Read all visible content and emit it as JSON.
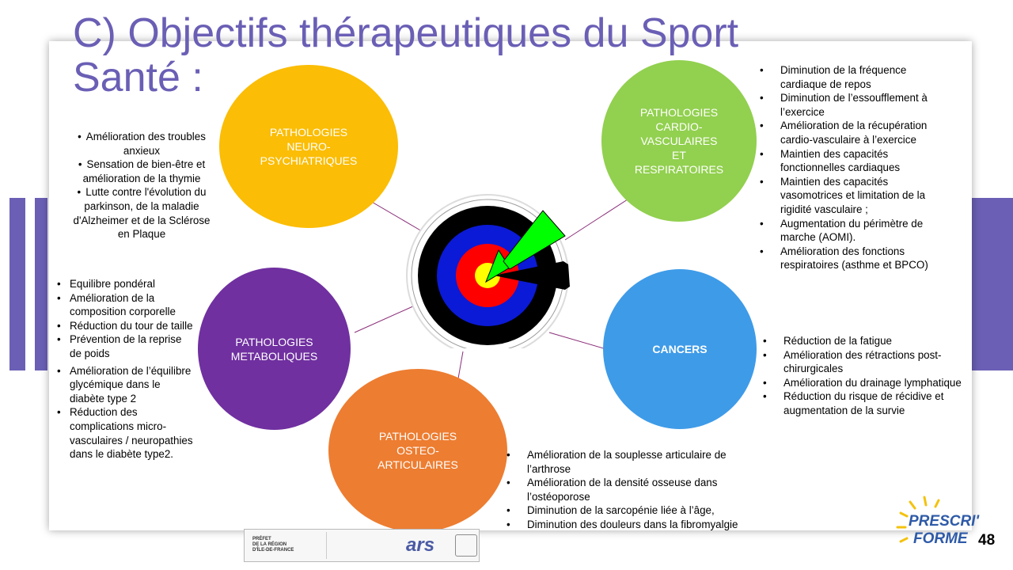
{
  "title": "C) Objectifs thérapeutiques du Sport\nSanté :",
  "page_number": "48",
  "colors": {
    "title": "#6a5fb5",
    "neuro": "#fbbd05",
    "cardio": "#92d04f",
    "metabolic": "#7030a0",
    "osteo": "#ed7d31",
    "cancer": "#3e9be8",
    "connector": "#8b2f7a"
  },
  "nodes": {
    "neuro": {
      "label": "PATHOLOGIES\nNEURO-\nPSYCHIATRIQUES"
    },
    "cardio": {
      "label": "PATHOLOGIES\nCARDIO-\nVASCULAIRES\nET\nRESPIRATOIRES"
    },
    "metabolic": {
      "label": "PATHOLOGIES\nMETABOLIQUES"
    },
    "osteo": {
      "label": "PATHOLOGIES\nOSTEO-\nARTICULAIRES"
    },
    "cancer": {
      "label": "CANCERS"
    }
  },
  "lists": {
    "neuro": [
      "Amélioration des troubles anxieux",
      "Sensation de bien-être et amélioration de la thymie",
      "Lutte contre l'évolution du parkinson, de la maladie d'Alzheimer et de la Sclérose en Plaque"
    ],
    "cardio": [
      "Diminution de la fréquence cardiaque de repos",
      "Diminution de l’essoufflement à l’exercice",
      "Amélioration de la récupération cardio-vasculaire à l’exercice",
      "Maintien des capacités fonctionnelles cardiaques",
      "Maintien des capacités vasomotrices et limitation de la rigidité vasculaire ;",
      "Augmentation du périmètre de marche (AOMI).",
      "Amélioration des fonctions respiratoires (asthme et BPCO)"
    ],
    "metabolic": [
      "Equilibre pondéral",
      "Amélioration de la composition corporelle",
      "Réduction du tour de taille",
      "Prévention de la reprise de poids",
      "Amélioration de l’équilibre glycémique dans le diabète type 2",
      "Réduction des complications micro-vasculaires / neuropathies dans le diabète type2."
    ],
    "osteo": [
      "Amélioration de la souplesse articulaire de l’arthrose",
      "Amélioration de la densité osseuse dans l’ostéoporose",
      "Diminution de la sarcopénie liée à l’âge,",
      "Diminution des douleurs dans la fibromyalgie"
    ],
    "cancer": [
      "Réduction de la fatigue",
      "Amélioration des rétractions post-chirurgicales",
      "Amélioration du drainage lymphatique",
      "Réduction du risque de récidive et augmentation de la survie"
    ]
  },
  "logos": {
    "prefet_text": "PRÉFET\nDE LA RÉGION\nD'ÎLE-DE-FRANCE",
    "ars_text": "ars",
    "prescriforme_top": "PRESCRI'",
    "prescriforme_bottom": "FORME"
  }
}
